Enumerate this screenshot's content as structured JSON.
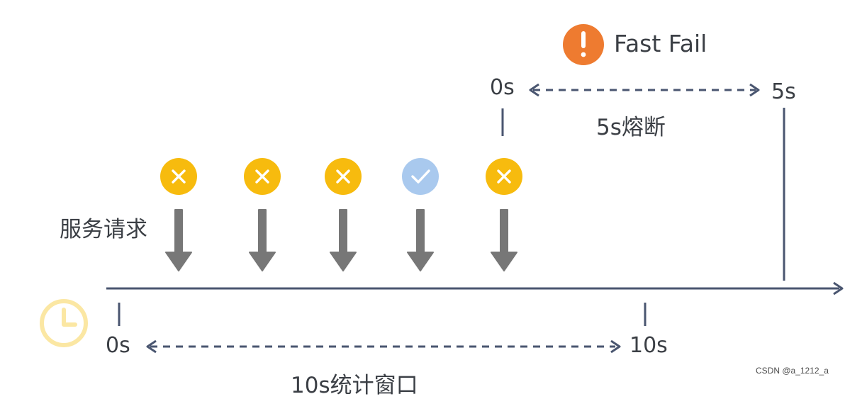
{
  "fast_fail": {
    "label": "Fast Fail",
    "icon": "exclamation-icon",
    "color": "#EE7B30",
    "glyph": "!"
  },
  "break_window": {
    "start_label": "0s",
    "end_label": "5s",
    "caption": "5s熔断"
  },
  "stat_window": {
    "start_label": "0s",
    "end_label": "10s",
    "caption": "10s统计窗口"
  },
  "requests": {
    "label": "服务请求",
    "items": [
      {
        "status": "fail",
        "icon": "x-icon",
        "glyph": "✕"
      },
      {
        "status": "fail",
        "icon": "x-icon",
        "glyph": "✕"
      },
      {
        "status": "fail",
        "icon": "x-icon",
        "glyph": "✕"
      },
      {
        "status": "success",
        "icon": "check-icon",
        "glyph": "✓"
      },
      {
        "status": "fail",
        "icon": "x-icon",
        "glyph": "✕"
      }
    ]
  },
  "timeline": {
    "icon": "clock-icon"
  },
  "colors": {
    "fail": "#F7BB0E",
    "success": "#A9C9EE",
    "arrow": "#777777",
    "axis": "#4A5670",
    "clock": "#FBE7A3"
  },
  "watermark": "CSDN @a_1212_a"
}
